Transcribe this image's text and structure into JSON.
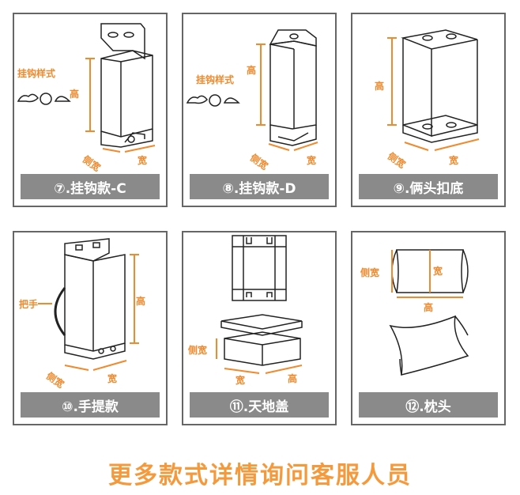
{
  "cards": [
    {
      "caption": "⑦.挂钩款-C",
      "hook_label": "挂钩样式",
      "height_label": "高",
      "depth_label": "侧宽",
      "width_label": "宽"
    },
    {
      "caption": "⑧.挂钩款-D",
      "hook_label": "挂钩样式",
      "height_label": "高",
      "depth_label": "侧宽",
      "width_label": "宽"
    },
    {
      "caption": "⑨.俩头扣底",
      "height_label": "高",
      "depth_label": "侧宽",
      "width_label": "宽"
    },
    {
      "caption": "⑩.手提款",
      "handle_label": "把手",
      "height_label": "高",
      "depth_label": "侧宽",
      "width_label": "宽"
    },
    {
      "caption": "⑪.天地盖",
      "depth_label": "侧宽",
      "width_label": "宽",
      "height_label": "高"
    },
    {
      "caption": "⑫.枕头",
      "depth_label": "侧宽",
      "width_label": "宽",
      "height_label": "高"
    }
  ],
  "footer_text": "更多款式详情询问客服人员",
  "colors": {
    "accent": "#f08a2e",
    "caption_bg": "#8a8a8a",
    "border": "#666666"
  }
}
